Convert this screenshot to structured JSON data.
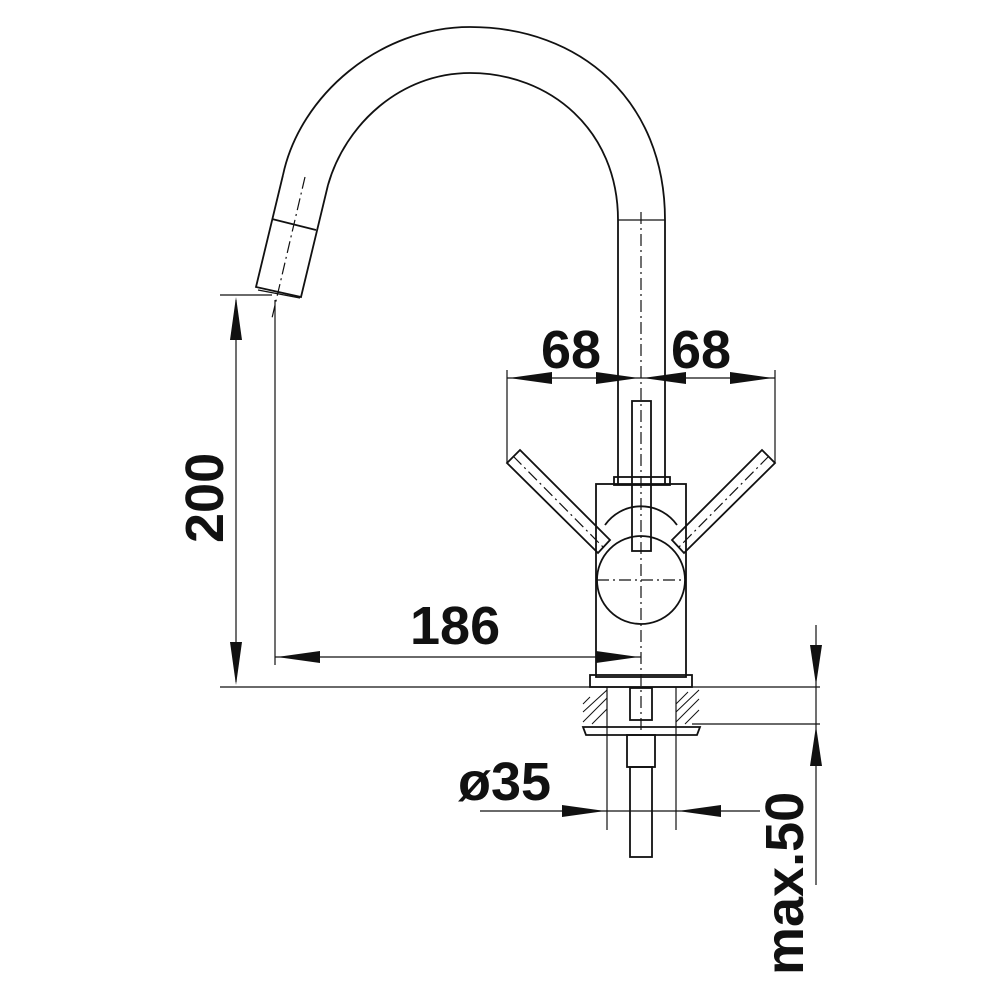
{
  "drawing": {
    "title": "Faucet dimension drawing",
    "dimensions": {
      "left_handle_reach": "68",
      "right_handle_reach": "68",
      "spout_height": "200",
      "spout_reach": "186",
      "hole_diameter": "ø35",
      "max_counter_thickness": "max.50"
    },
    "line_color": "#111111",
    "background": "#ffffff"
  }
}
